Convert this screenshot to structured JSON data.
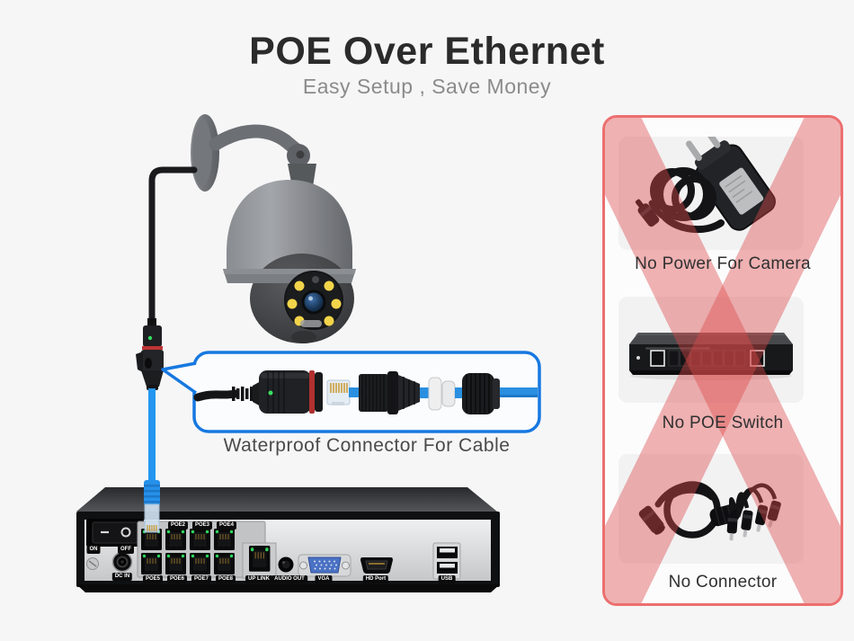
{
  "header": {
    "title": "POE Over Ethernet",
    "subtitle": "Easy Setup , Save Money"
  },
  "diagram": {
    "callout_label": "Waterproof Connector For Cable",
    "nvr": {
      "power_on": "ON",
      "power_off": "OFF",
      "dc_in": "DC IN",
      "poe_top": [
        "POE2",
        "POE3",
        "POE4"
      ],
      "poe_bottom": [
        "POE5",
        "POE6",
        "POE7",
        "POE8"
      ],
      "uplink": "UP LINK",
      "audio_out": "AUDIO OUT",
      "vga": "VGA",
      "hd_port": "HD Port",
      "usb": "USB"
    }
  },
  "warning_panel": {
    "items": [
      {
        "icon": "power-adapter-icon",
        "label": "No Power For Camera"
      },
      {
        "icon": "poe-switch-icon",
        "label": "No POE Switch"
      },
      {
        "icon": "dc-splitter-icon",
        "label": "No Connector"
      }
    ]
  },
  "colors": {
    "background": "#f6f6f7",
    "callout_border": "#1778e0",
    "ethernet_cable": "#2496f0",
    "warning_border": "#ec6f6f",
    "warning_cross": "rgba(222,74,74,0.42)"
  }
}
